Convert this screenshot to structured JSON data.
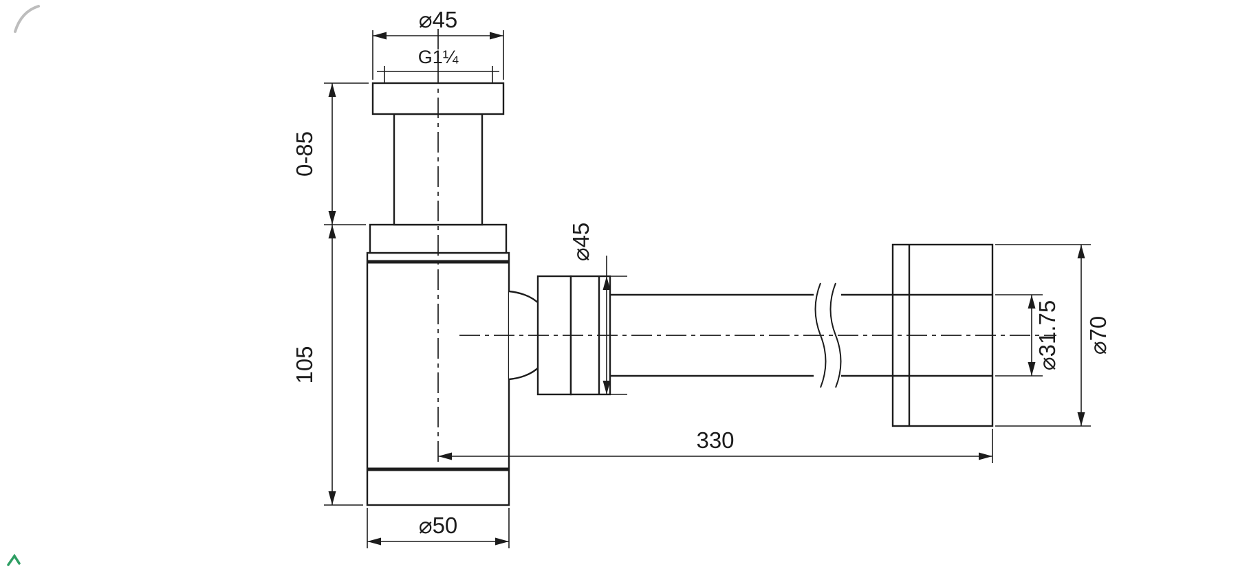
{
  "drawing": {
    "background": "#ffffff",
    "line_color": "#1c1c1c",
    "labels": {
      "top_diameter": "⌀45",
      "thread": "G1¼",
      "inlet_height": "0-85",
      "body_height": "105",
      "nut_diameter": "⌀45",
      "body_diameter": "⌀50",
      "length": "330",
      "pipe_diameter": "⌀31.75",
      "flange_diameter": "⌀70"
    }
  }
}
